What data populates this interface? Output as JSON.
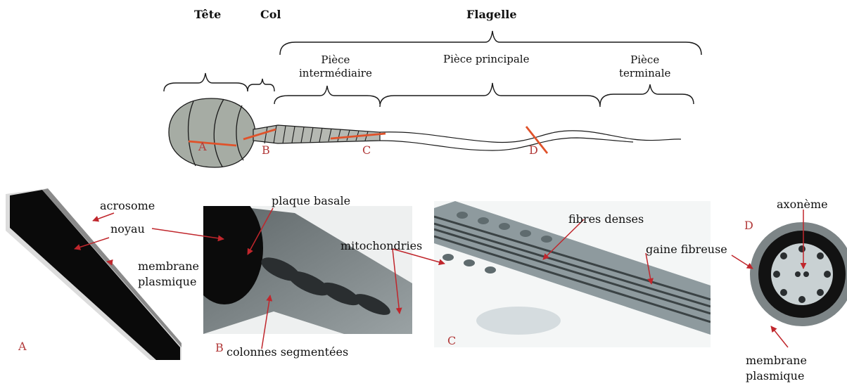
{
  "top_labels": {
    "tete": "Tête",
    "col": "Col",
    "flagelle": "Flagelle",
    "piece_intermediaire": "Pièce\nintermédiaire",
    "piece_principale": "Pièce principale",
    "piece_terminale": "Pièce\nterminale"
  },
  "section_letters": {
    "a": "A",
    "b": "B",
    "c": "C",
    "d": "D"
  },
  "panel_letters": {
    "a": "A",
    "b": "B",
    "c": "C",
    "d": "D"
  },
  "micrograph_labels": {
    "acrosome": "acrosome",
    "noyau": "noyau",
    "membrane_plasmique_a": "membrane\nplasmique",
    "plaque_basale": "plaque basale",
    "mitochondries": "mitochondries",
    "colonnes_segmentees": "colonnes segmentées",
    "fibres_denses": "fibres denses",
    "gaine_fibreuse": "gaine fibreuse",
    "axoneme": "axonème",
    "membrane_plasmique_d": "membrane\nplasmique"
  },
  "colors": {
    "arrow": "#c0262c",
    "cut_line": "#e0522a",
    "letter": "#b23a3a",
    "ink": "#1a1a1a"
  }
}
